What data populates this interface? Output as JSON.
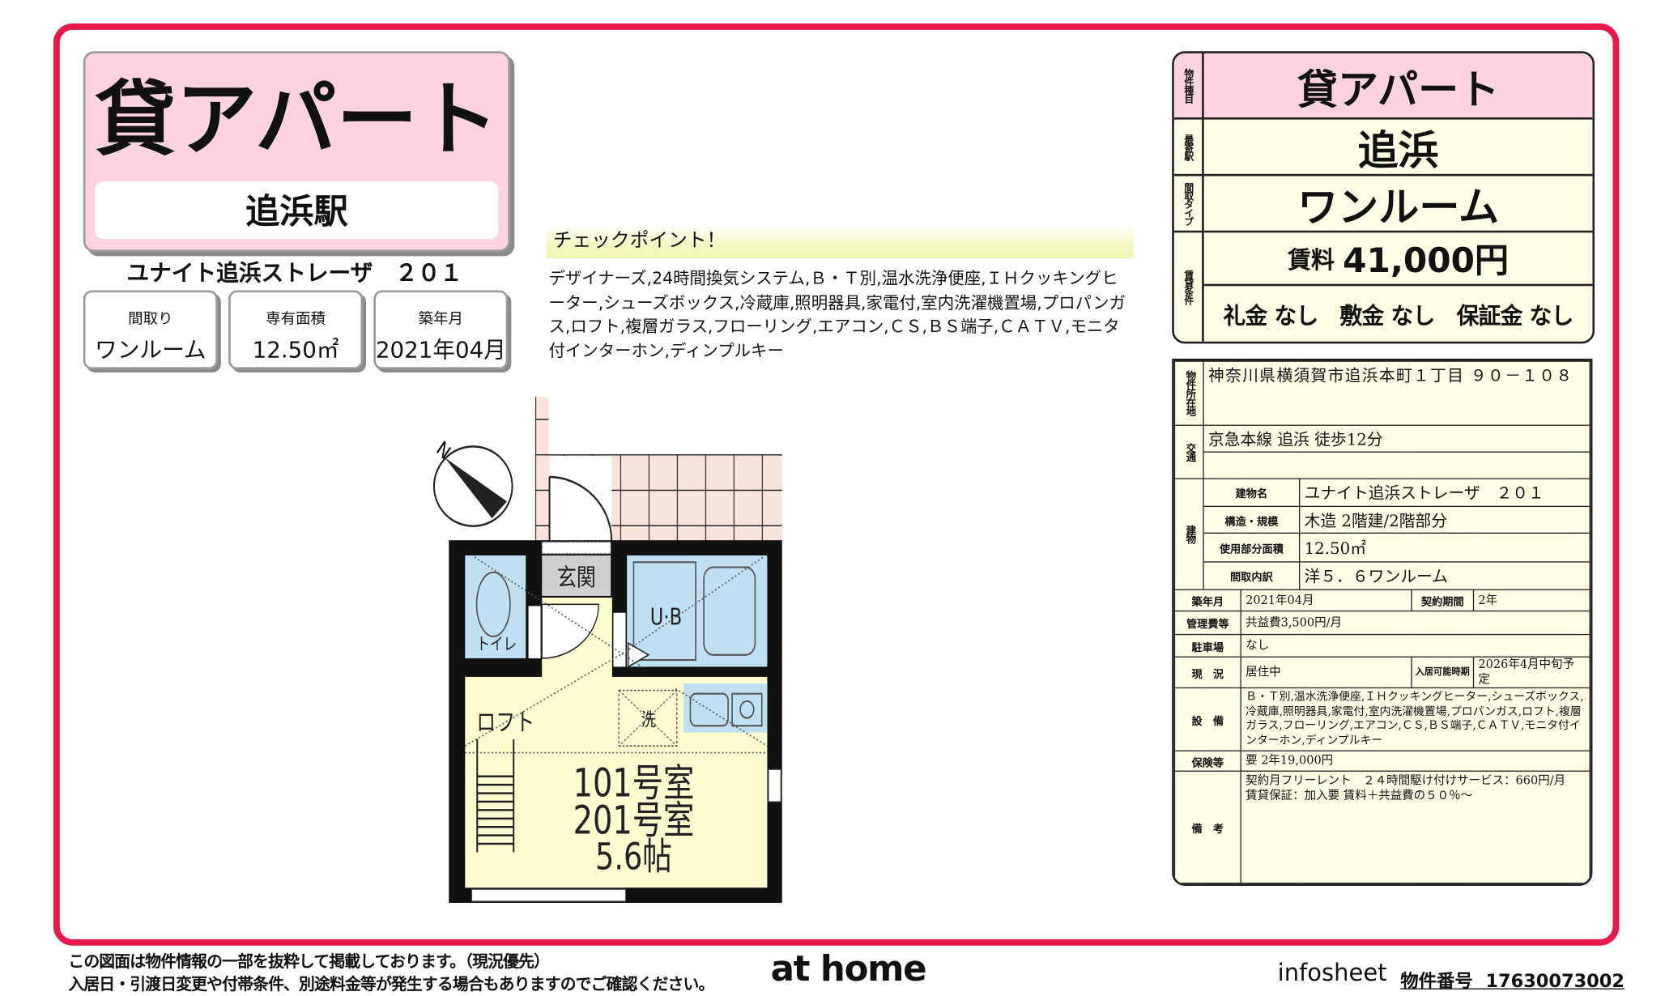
{
  "header": {
    "type": "貸アパート",
    "station": "追浜駅",
    "building": "ユナイト追浜ストレーザ　２０１"
  },
  "summary": [
    {
      "label": "間取り",
      "value": "ワンルーム"
    },
    {
      "label": "専有面積",
      "value": "12.50㎡"
    },
    {
      "label": "築年月",
      "value": "2021年04月"
    }
  ],
  "checkpoint": {
    "title": "チェックポイント！",
    "text": "デザイナーズ,24時間換気システム,Ｂ・Ｔ別,温水洗浄便座,ＩＨクッキングヒーター,シューズボックス,冷蔵庫,照明器具,家電付,室内洗濯機置場,プロパンガス,ロフト,複層ガラス,フローリング,エアコン,ＣＳ,ＢＳ端子,ＣＡＴＶ,モニタ付インターホン,ディンプルキー"
  },
  "floorplan": {
    "north": "N",
    "entrance": "玄関",
    "bath": "U·B",
    "toilet": "トイレ",
    "loft": "ロフト",
    "washer": "洗",
    "room1": "101号室",
    "room2": "201号室",
    "size": "5.6帖"
  },
  "summary_table": {
    "type_label": "物件種目",
    "type": "貸アパート",
    "station_label": "最寄駅",
    "station": "追浜",
    "layout_label": "間取タイプ",
    "layout": "ワンルーム",
    "cond_label": "賃貸条件",
    "rent_label": "賃料",
    "rent": "41,000円",
    "conditions": "礼金 なし　敷金 なし　保証金 なし"
  },
  "details": {
    "address_label": "物件所在地",
    "address": "神奈川県横須賀市追浜本町１丁目 ９０－１０８",
    "access_label": "交通",
    "access": "京急本線 追浜 徒歩12分",
    "access2": "",
    "building_label": "建物",
    "name_label": "建物名",
    "name": "ユナイト追浜ストレーザ　２０１",
    "structure_label": "構造・規模",
    "structure": "木造 2階建/2階部分",
    "area_label": "使用部分面積",
    "area": "12.50㎡",
    "rooms_label": "間取内訳",
    "rooms": "洋５．６ワンルーム",
    "built_label": "築年月",
    "built": "2021年04月",
    "term_label": "契約期間",
    "term": "2年",
    "fee_label": "管理費等",
    "fee": "共益費3,500円/月",
    "parking_label": "駐車場",
    "parking": "なし",
    "status_label": "現　況",
    "status": "居住中",
    "movein_label": "入居可能時期",
    "movein": "2026年4月中旬予定",
    "equip_label": "設　備",
    "equip": "Ｂ・Ｔ別,温水洗浄便座,ＩＨクッキングヒーター,シューズボックス,冷蔵庫,照明器具,家電付,室内洗濯機置場,プロパンガス,ロフト,複層ガラス,フローリング,エアコン,ＣＳ,ＢＳ端子,ＣＡＴＶ,モニタ付インターホン,ディンプルキー",
    "insurance_label": "保険等",
    "insurance": "要 2年19,000円",
    "notes_label": "備　考",
    "notes1": "契約月フリーレント　２４時間駆け付けサービス：660円/月",
    "notes2": "賃貸保証：加入要 賃料＋共益費の５０％～"
  },
  "footer": {
    "note1": "この図面は物件情報の一部を抜粋して掲載しております。（現況優先）",
    "note2": "入居日・引渡日変更や付帯条件、別途料金等が発生する場合もありますのでご確認ください。",
    "logo": "at home",
    "infosheet": "infosheet",
    "number_label": "物件番号",
    "number": "17630073002"
  },
  "colors": {
    "frame": "#e8194b",
    "pink": "#fcd3de",
    "cream": "#fffde6",
    "room": "#fdfbd0",
    "water": "#bfe0f3",
    "tile": "#f9e4dc"
  }
}
